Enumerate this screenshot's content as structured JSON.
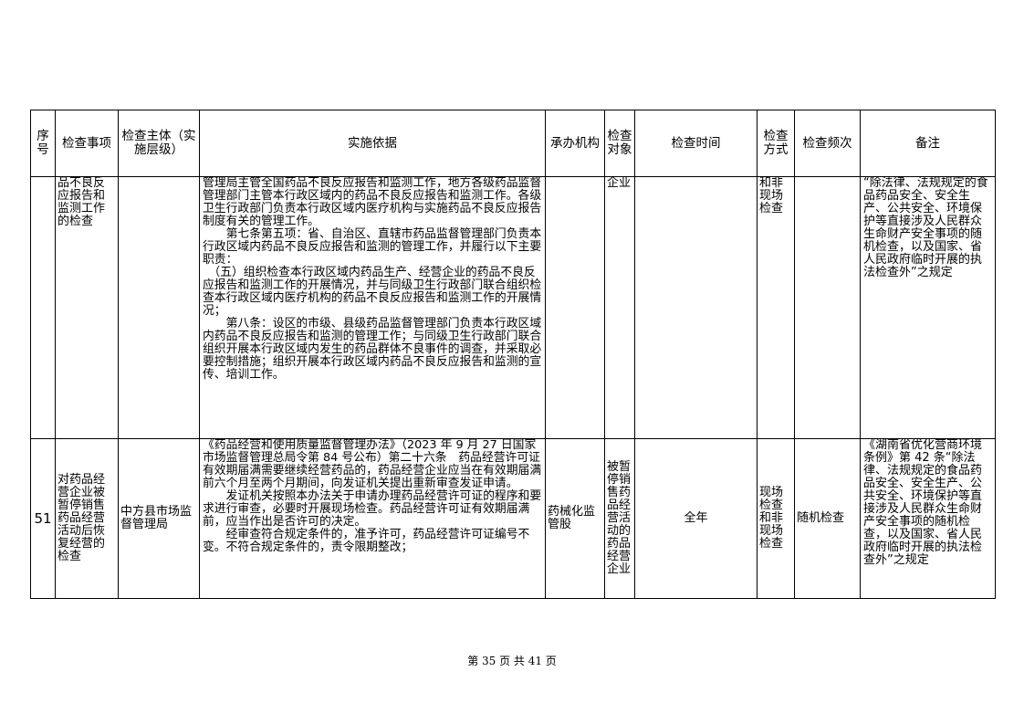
{
  "table": {
    "headers": {
      "seq": "序号",
      "item": "检查事项",
      "subject": "检查主体（实施层级）",
      "basis": "实施依据",
      "agency": "承办机构",
      "target": "检查对象",
      "time": "检查时间",
      "method": "检查方式",
      "frequency": "检查频次",
      "notes": "备注"
    },
    "rows": [
      {
        "seq": "",
        "item": "品不良反应报告和监测工作的检查",
        "subject": "",
        "basis": "管理局主管全国药品不良反应报告和监测工作，地方各级药品监督管理部门主管本行政区域内的药品不良反应报告和监测工作。各级卫生行政部门负责本行政区域内医疗机构与实施药品不良反应报告制度有关的管理工作。\n　　第七条第五项：省、自治区、直辖市药品监督管理部门负责本行政区域内药品不良反应报告和监测的管理工作，并履行以下主要职责：\n　（五）组织检查本行政区域内药品生产、经营企业的药品不良反应报告和监测工作的开展情况，并与同级卫生行政部门联合组织检查本行政区域内医疗机构的药品不良反应报告和监测工作的开展情况；\n　　第八条：设区的市级、县级药品监督管理部门负责本行政区域内药品不良反应报告和监测的管理工作；与同级卫生行政部门联合组织开展本行政区域内发生的药品群体不良事件的调查，并采取必要控制措施；组织开展本行政区域内药品不良反应报告和监测的宣传、培训工作。",
        "agency": "",
        "target": "企业",
        "time": "",
        "method": "和非现场检查",
        "frequency": "",
        "notes": "“除法律、法规规定的食品药品安全、安全生产、公共安全、环境保护等直接涉及人民群众生命财产安全事项的随机检查，以及国家、省人民政府临时开展的执法检查外”之规定"
      },
      {
        "seq": "51",
        "item": "对药品经营企业被暂停销售药品经营活动后恢复经营的检查",
        "subject": "中方县市场监督管理局",
        "basis": "《药品经营和使用质量监督管理办法》（2023 年 9 月 27 日国家市场监督管理总局令第 84 号公布）第二十六条　药品经营许可证有效期届满需要继续经营药品的，药品经营企业应当在有效期届满前六个月至两个月期间，向发证机关提出重新审查发证申请。\n　　发证机关按照本办法关于申请办理药品经营许可证的程序和要求进行审查，必要时开展现场检查。药品经营许可证有效期届满前，应当作出是否许可的决定。\n　　经审查符合规定条件的，准予许可，药品经营许可证编号不变。不符合规定条件的，责令限期整改；",
        "agency": "药械化监管股",
        "target": "被暂停销售药品经营活动的药品经营企业",
        "time": "全年",
        "method": "现场检查和非现场检查",
        "frequency": "随机检查",
        "notes": "《湖南省优化营商环境条例》第 42 条“除法律、法规规定的食品药品安全、安全生产、公共安全、环境保护等直接涉及人民群众生命财产安全事项的随机检查，以及国家、省人民政府临时开展的执法检查外”之规定"
      }
    ]
  },
  "footer": {
    "page_label": "第 35 页 共 41 页"
  }
}
